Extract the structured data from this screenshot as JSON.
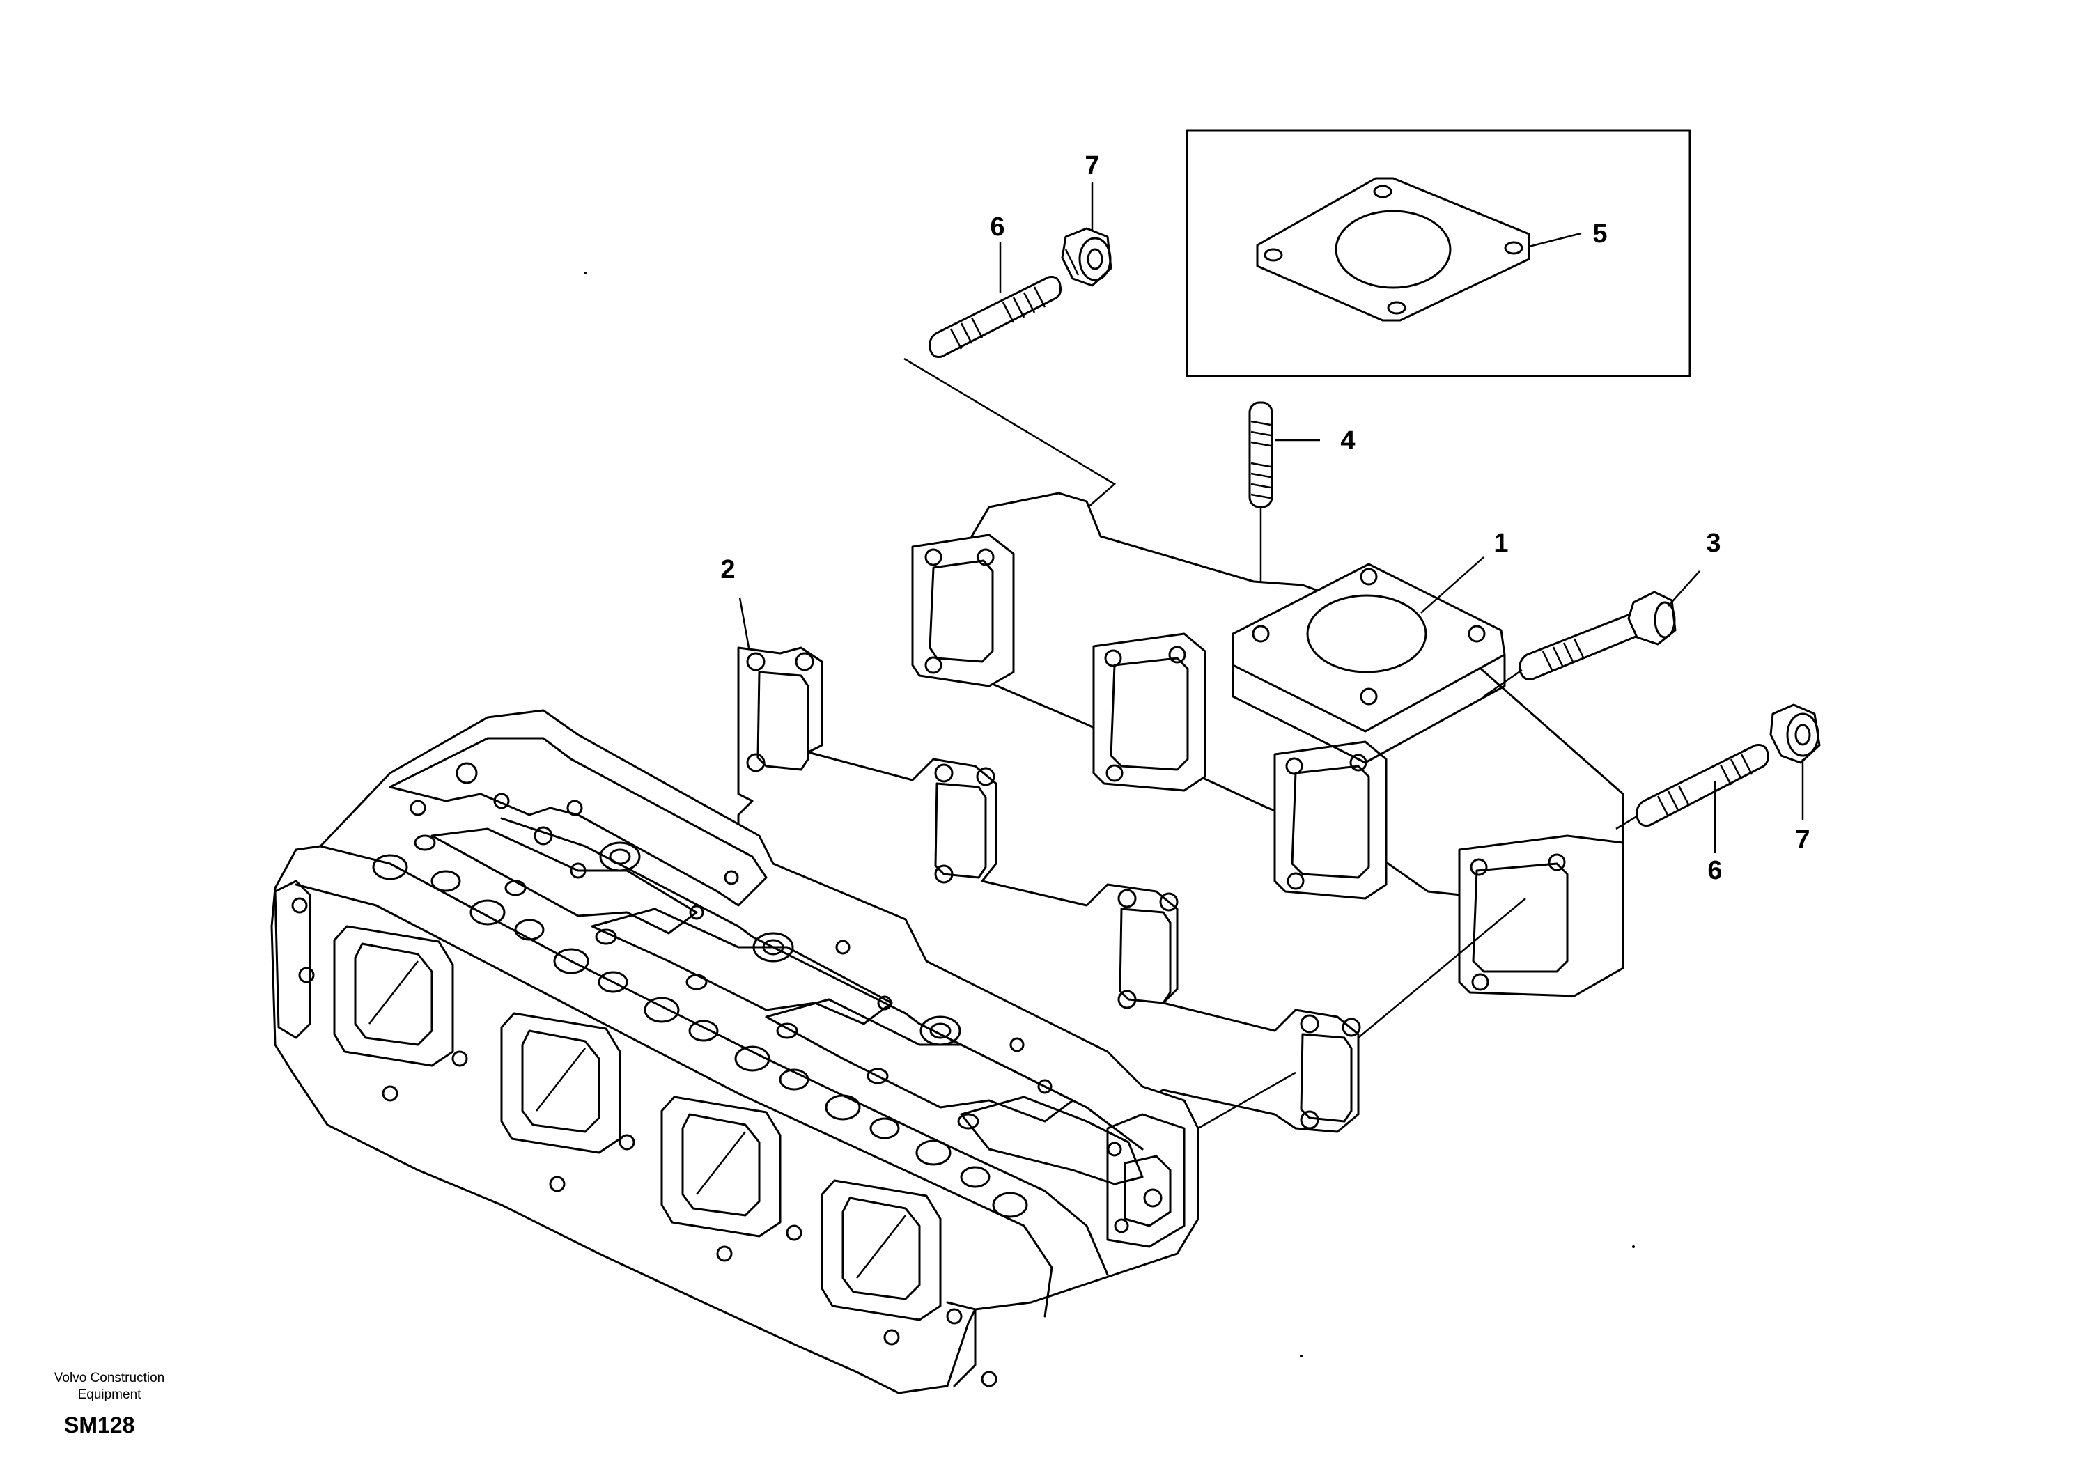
{
  "callouts": {
    "part1": "1",
    "part2": "2",
    "part3": "3",
    "part4": "4",
    "part5": "5",
    "part6_top": "6",
    "part6_right": "6",
    "part7_top": "7",
    "part7_right": "7"
  },
  "footer": {
    "brand_line1": "Volvo Construction",
    "brand_line2": "Equipment",
    "code": "SM128"
  }
}
